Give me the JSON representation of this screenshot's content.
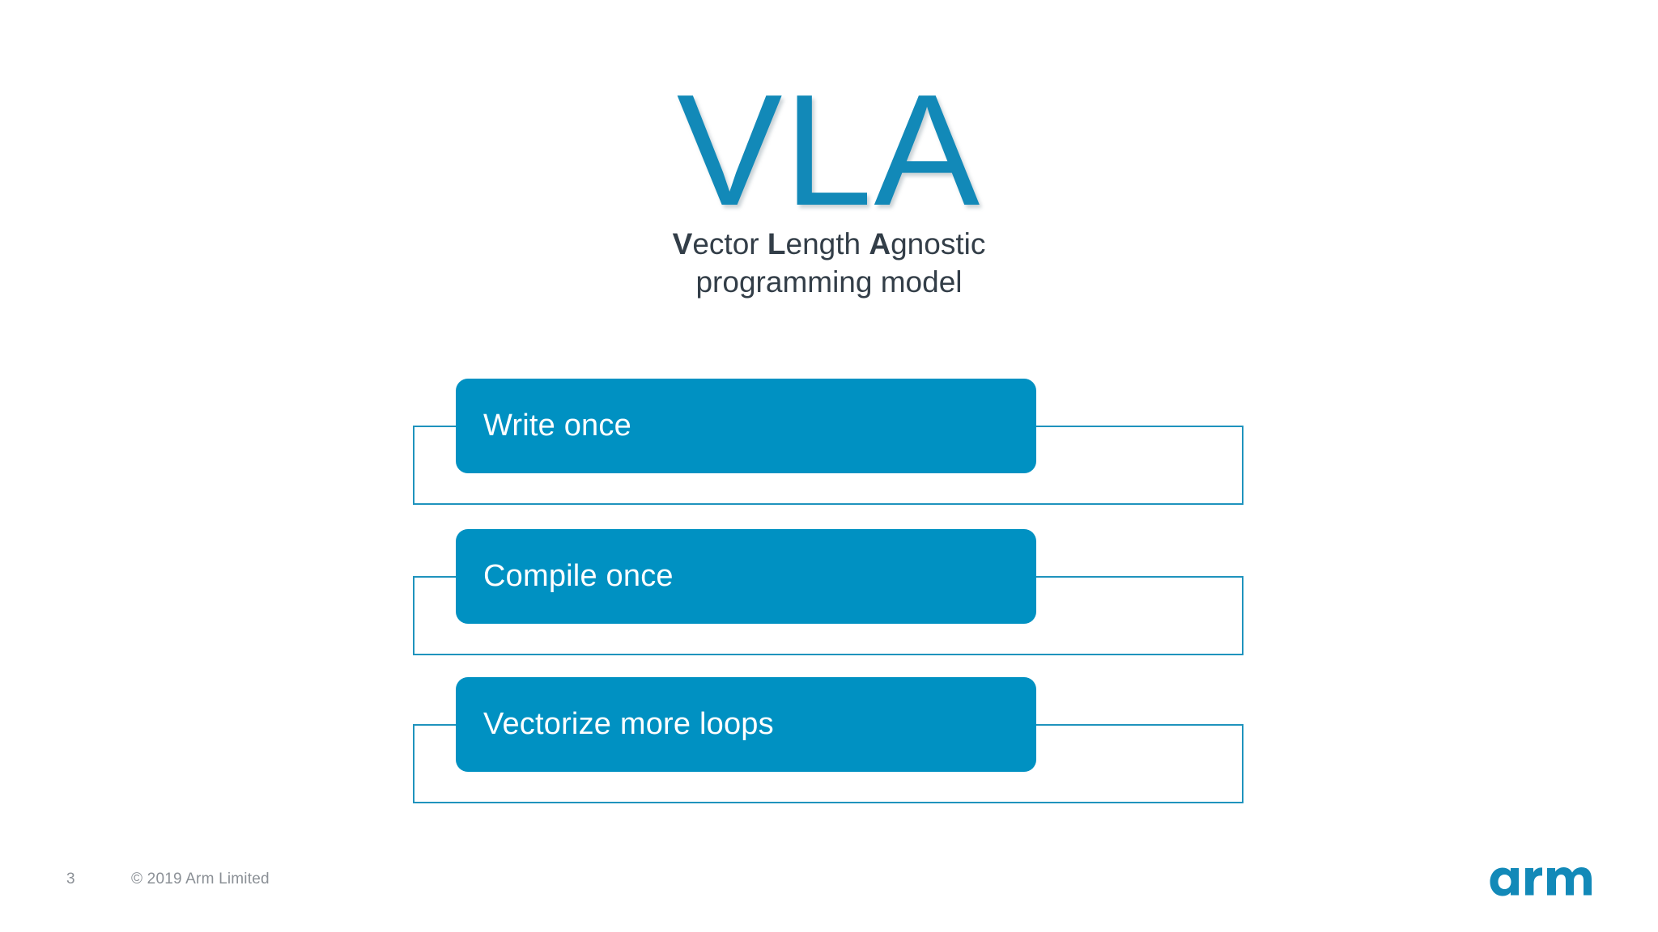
{
  "slide": {
    "title": {
      "acronym": "VLA",
      "subtitle_line1_prefix_bold": "V",
      "subtitle_line1": "ector ",
      "subtitle_line1_bold2": "L",
      "subtitle_line1_mid": "ength ",
      "subtitle_line1_bold3": "A",
      "subtitle_line1_tail": "gnostic",
      "subtitle_line2": "programming model",
      "subtitle_full": "Vector Length Agnostic programming model"
    },
    "items": [
      {
        "label": "Write once"
      },
      {
        "label": "Compile once"
      },
      {
        "label": "Vectorize more loops"
      }
    ],
    "footer": {
      "page_number": "3",
      "copyright": "© 2019 Arm Limited",
      "logo_text": "arm"
    },
    "colors": {
      "accent_blue": "#0091c2",
      "title_blue": "#1289b8",
      "outline_blue": "#1f93bd",
      "subtitle_gray": "#333e48",
      "footer_gray": "#8b9096",
      "background": "#ffffff"
    }
  }
}
